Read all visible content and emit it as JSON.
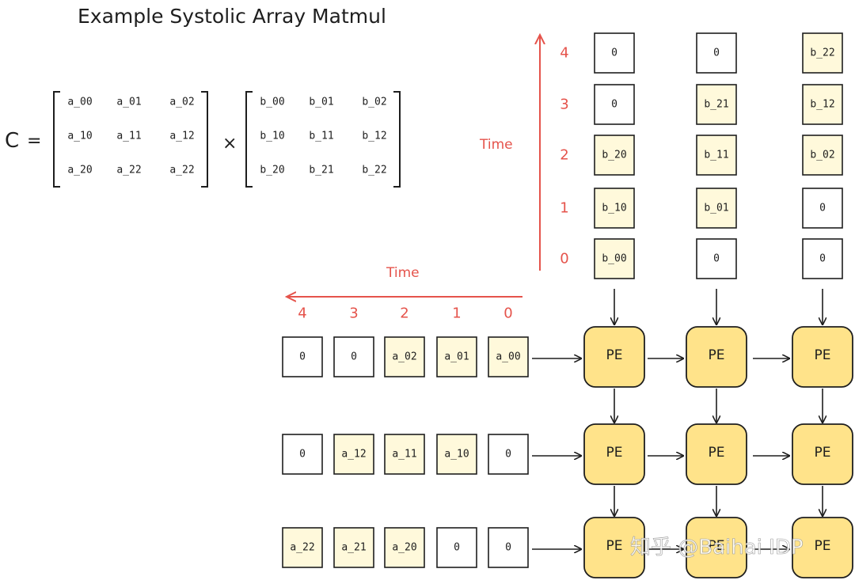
{
  "title": "Example Systolic Array Matmul",
  "equation": {
    "lhs": "C",
    "equals": "=",
    "times": "×",
    "matrix_a": [
      [
        "a_00",
        "a_01",
        "a_02"
      ],
      [
        "a_10",
        "a_11",
        "a_12"
      ],
      [
        "a_20",
        "a_22",
        "a_22"
      ]
    ],
    "matrix_b": [
      [
        "b_00",
        "b_01",
        "b_02"
      ],
      [
        "b_10",
        "b_11",
        "b_12"
      ],
      [
        "b_20",
        "b_21",
        "b_22"
      ]
    ]
  },
  "time_axes": {
    "vertical_label": "Time",
    "vertical_ticks": [
      "4",
      "3",
      "2",
      "1",
      "0"
    ],
    "horizontal_label": "Time",
    "horizontal_ticks": [
      "4",
      "3",
      "2",
      "1",
      "0"
    ]
  },
  "b_columns": [
    [
      "0",
      "0",
      "b_20",
      "b_10",
      "b_00"
    ],
    [
      "0",
      "b_21",
      "b_11",
      "b_01",
      "0"
    ],
    [
      "b_22",
      "b_12",
      "b_02",
      "0",
      "0"
    ]
  ],
  "a_rows": [
    [
      "0",
      "0",
      "a_02",
      "a_01",
      "a_00"
    ],
    [
      "0",
      "a_12",
      "a_11",
      "a_10",
      "0"
    ],
    [
      "a_22",
      "a_21",
      "a_20",
      "0",
      "0"
    ]
  ],
  "pe_label": "PE",
  "watermark": "知乎 @Baihai IDP",
  "colors": {
    "value_fill": "#fff9db",
    "zero_fill": "#ffffff",
    "pe_fill": "#ffe38a",
    "stroke": "#1e1e1e",
    "time_red": "#e5534b"
  }
}
